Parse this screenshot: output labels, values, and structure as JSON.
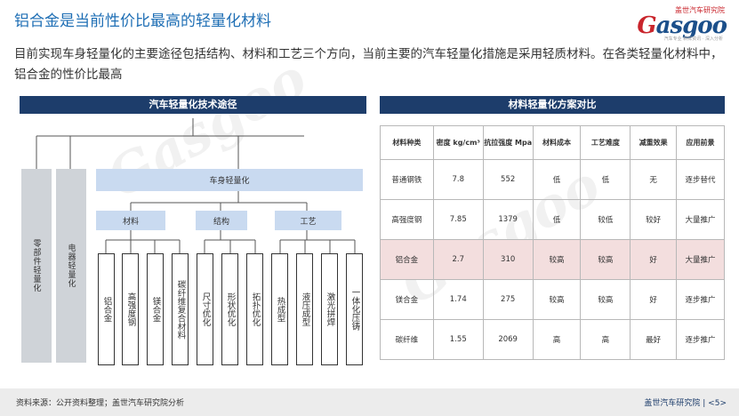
{
  "title": "铝合金是当前性价比最高的轻量化材料",
  "logo": {
    "top_text": "盖世汽车研究院",
    "word_g": "G",
    "word_rest": "asgoo",
    "sub": "汽车专业 新鲜资讯 · 深入分析"
  },
  "intro": "目前实现车身轻量化的主要途径包括结构、材料和工艺三个方向，当前主要的汽车轻量化措施是采用轻质材料。在各类轻量化材料中，铝合金的性价比最高",
  "left_panel": {
    "header": "汽车轻量化技术途径",
    "nodes": {
      "parts": "零部件轻量化",
      "electrical": "电器轻量化",
      "body": "车身轻量化",
      "material": "材料",
      "structure": "结构",
      "process": "工艺"
    },
    "leaves": [
      "铝合金",
      "高强度钢",
      "镁合金",
      "碳纤维复合材料",
      "尺寸优化",
      "形状优化",
      "拓扑优化",
      "热成型",
      "液压成型",
      "激光拼焊",
      "一体化压铸"
    ]
  },
  "right_panel": {
    "header": "材料轻量化方案对比",
    "columns": [
      "材料种类",
      "密度 kg/cm³",
      "抗拉强度 Mpa",
      "材料成本",
      "工艺难度",
      "减重效果",
      "应用前景"
    ],
    "rows": [
      [
        "普通钢铁",
        "7.8",
        "552",
        "低",
        "低",
        "无",
        "逐步替代"
      ],
      [
        "高强度钢",
        "7.85",
        "1379",
        "低",
        "较低",
        "较好",
        "大量推广"
      ],
      [
        "铝合金",
        "2.7",
        "310",
        "较高",
        "较高",
        "好",
        "大量推广"
      ],
      [
        "镁合金",
        "1.74",
        "275",
        "较高",
        "较高",
        "好",
        "逐步推广"
      ],
      [
        "碳纤维",
        "1.55",
        "2069",
        "高",
        "高",
        "最好",
        "逐步推广"
      ]
    ],
    "highlight_color": "#f3dede"
  },
  "footer": {
    "source": "资料来源：公开资料整理；盖世汽车研究院分析",
    "brand": "盖世汽车研究院",
    "page": "5"
  },
  "colors": {
    "title": "#1f6fb5",
    "header_bar": "#1d3d6b",
    "node_gray": "#cfd3d8",
    "node_blue": "#c9daf0"
  }
}
